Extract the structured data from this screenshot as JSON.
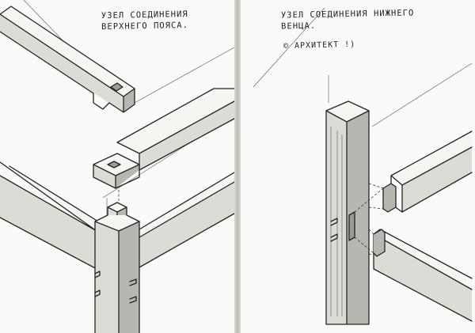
{
  "left_sheet": {
    "title_lines": [
      "УЗЕЛ СОЕДИНЕНИЯ",
      "ВЕРХНЕГО ПОЯСА."
    ]
  },
  "right_sheet": {
    "title_lines": [
      "УЗЕЛ СОЕДИНЕНИЯ НИЖНЕГО",
      "ВЕНЦА."
    ],
    "credit": "© АРХИТЕКТ !)"
  }
}
